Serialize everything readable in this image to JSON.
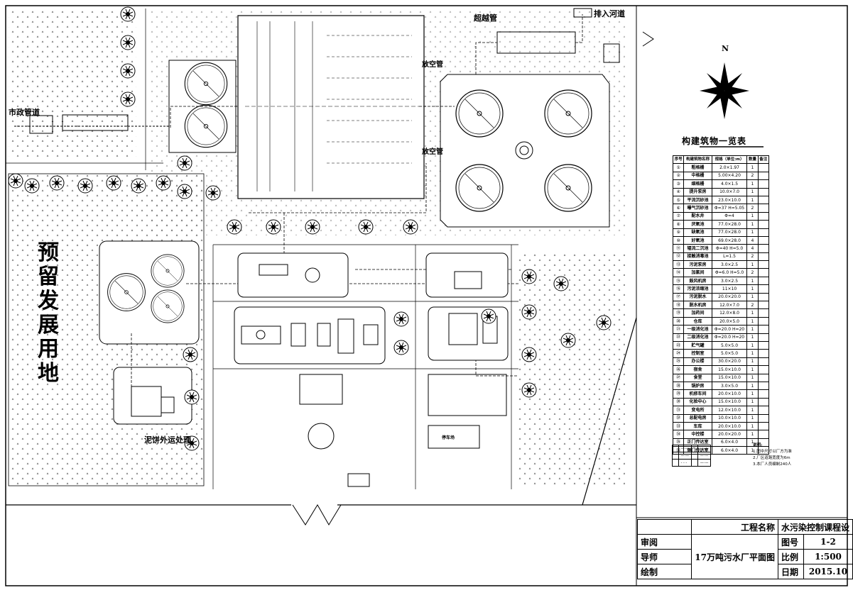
{
  "labels": {
    "municipal_pipe": "市政管道",
    "overflow_pipe": "超越管",
    "discharge_river": "排入河道",
    "vent_pipe_1": "放空管",
    "vent_pipe_2": "放空管",
    "sludge_out": "泥饼外运处理",
    "reserved_land": [
      "预",
      "留",
      "发",
      "展",
      "用",
      "地"
    ],
    "parking": "停车场",
    "north": "N"
  },
  "legend": {
    "title": "构建筑物一览表",
    "headers": [
      "序号",
      "构建筑物名称",
      "规格（单位:m）",
      "数量",
      "备注"
    ],
    "rows": [
      [
        "①",
        "粗格栅",
        "2.0×1.97",
        "1",
        ""
      ],
      [
        "②",
        "中格栅",
        "5.00×4.20",
        "2",
        ""
      ],
      [
        "③",
        "细格栅",
        "4.0×1.5",
        "1",
        ""
      ],
      [
        "④",
        "提升泵房",
        "10.0×7.0",
        "1",
        ""
      ],
      [
        "⑤",
        "平流沉砂池",
        "23.0×10.0",
        "1",
        ""
      ],
      [
        "⑥",
        "曝气沉砂池",
        "Φ=37 H=5.05",
        "2",
        ""
      ],
      [
        "⑦",
        "配水井",
        "Φ=4",
        "1",
        ""
      ],
      [
        "⑧",
        "厌氧池",
        "77.0×28.0",
        "1",
        ""
      ],
      [
        "⑨",
        "缺氧池",
        "77.0×28.0",
        "1",
        ""
      ],
      [
        "⑩",
        "好氧池",
        "69.0×28.0",
        "4",
        ""
      ],
      [
        "⑪",
        "辐流二沉池",
        "Φ=40 H=5.0",
        "4",
        ""
      ],
      [
        "⑫",
        "接触消毒池",
        "L=1.5",
        "2",
        ""
      ],
      [
        "⑬",
        "污泥泵房",
        "3.0×2.5",
        "1",
        ""
      ],
      [
        "⑭",
        "加氯间",
        "Φ=6.0 H=5.0",
        "2",
        ""
      ],
      [
        "⑮",
        "鼓风机房",
        "3.0×2.5",
        "1",
        ""
      ],
      [
        "⑯",
        "污泥浓缩池",
        "11×10",
        "1",
        ""
      ],
      [
        "⑰",
        "污泥脱水",
        "20.0×20.0",
        "1",
        ""
      ],
      [
        "⑱",
        "脱水机房",
        "12.0×7.0",
        "2",
        ""
      ],
      [
        "⑲",
        "加药间",
        "12.0×8.0",
        "1",
        ""
      ],
      [
        "⑳",
        "仓库",
        "20.0×5.0",
        "1",
        ""
      ],
      [
        "㉑",
        "一级消化池",
        "Φ=20.0 H=20",
        "1",
        ""
      ],
      [
        "㉒",
        "二级消化池",
        "Φ=20.0 H=20",
        "1",
        ""
      ],
      [
        "㉓",
        "贮气罐",
        "5.0×5.0",
        "1",
        ""
      ],
      [
        "㉔",
        "控制室",
        "5.0×5.0",
        "1",
        ""
      ],
      [
        "㉕",
        "办公楼",
        "30.0×20.0",
        "1",
        ""
      ],
      [
        "㉖",
        "宿舍",
        "15.0×10.0",
        "1",
        ""
      ],
      [
        "㉗",
        "食堂",
        "15.0×10.0",
        "1",
        ""
      ],
      [
        "㉘",
        "锅炉房",
        "3.0×5.0",
        "1",
        ""
      ],
      [
        "㉙",
        "机修车间",
        "20.0×10.0",
        "1",
        ""
      ],
      [
        "㉚",
        "化验中心",
        "15.0×10.0",
        "1",
        ""
      ],
      [
        "㉛",
        "变电所",
        "12.0×10.0",
        "1",
        ""
      ],
      [
        "㉜",
        "总配电房",
        "10.0×10.0",
        "1",
        ""
      ],
      [
        "㉝",
        "车库",
        "20.0×10.0",
        "1",
        ""
      ],
      [
        "㉞",
        "中控楼",
        "20.0×20.0",
        "1",
        ""
      ],
      [
        "㉟",
        "正门传达室",
        "6.0×4.0",
        "1",
        ""
      ],
      [
        "㊱",
        "侧门传达室",
        "6.0×4.0",
        "1",
        ""
      ]
    ]
  },
  "notes": {
    "heading": "说明:",
    "lines": [
      "1.图中尺寸以厂方为准",
      "2.厂区道路宽度为6m",
      "3.本厂人员编制240人"
    ]
  },
  "title_block": {
    "project_name_label": "工程名称",
    "project_name": "水污染控制课程设",
    "drawing_title": "17万吨污水厂平面图",
    "review": "审阅",
    "advisor": "导师",
    "drafter": "绘制",
    "drawing_no_label": "图号",
    "drawing_no": "1-2",
    "scale_label": "比例",
    "scale": "1:500",
    "date_label": "日期",
    "date": "2015.10"
  }
}
